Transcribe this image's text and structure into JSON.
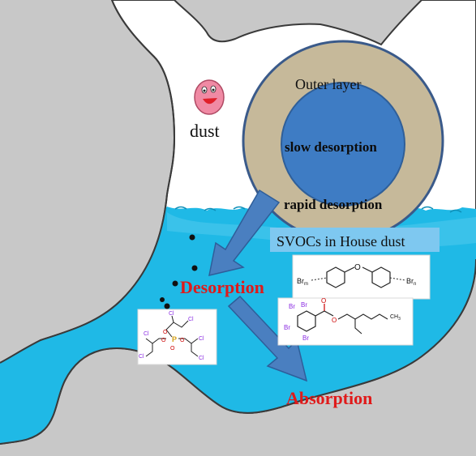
{
  "labels": {
    "dust": "dust",
    "outer_layer": "Outer layer",
    "slow_desorption": "slow desorption",
    "rapid_desorption": "rapid desorption",
    "svocs_box": "SVOCs in House dust",
    "desorption": "Desorption",
    "absorption": "Absorption"
  },
  "molecules": {
    "pbde": {
      "br_left": "Br",
      "br_left_sub": "m",
      "br_right": "Br",
      "br_right_sub": "n",
      "oxygen": "O"
    },
    "tdcpp": {
      "cl": "Cl",
      "o": "O",
      "p": "P"
    },
    "tbb": {
      "br": "Br",
      "o": "O",
      "ch3": "CH",
      "ch3_sub": "3"
    }
  },
  "colors": {
    "background": "#c8c8c8",
    "stomach": "#ffffff",
    "fluid": "#1fb9e6",
    "fluid_light": "#5ccff0",
    "outer_ring": "#c6b99a",
    "core": "#3e7cc4",
    "arrow": "#4a7fc0",
    "red_label": "#e01a1a",
    "svoc_box": "#7ec8f0"
  }
}
